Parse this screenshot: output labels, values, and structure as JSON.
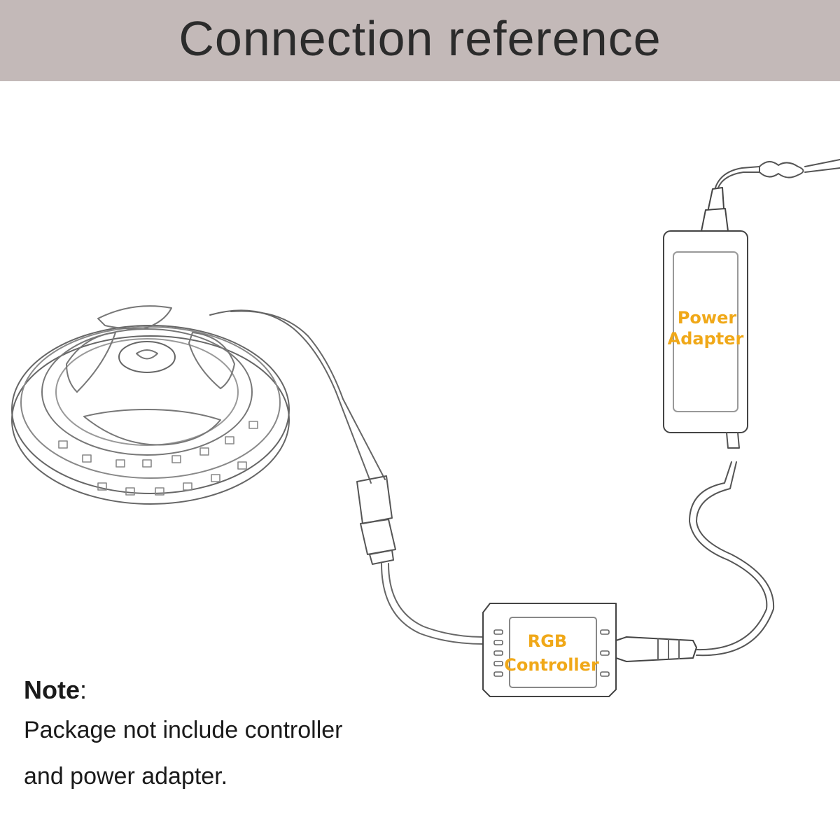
{
  "header": {
    "title": "Connection reference",
    "background_color": "#c3b9b8",
    "text_color": "#2b2b2b"
  },
  "diagram": {
    "label_color": "#f0a818",
    "power_adapter": {
      "line1": "Power",
      "line2": "Adapter"
    },
    "controller": {
      "line1": "RGB",
      "line2": "Controller"
    }
  },
  "note": {
    "heading": "Note",
    "heading_suffix": ":",
    "lines": [
      "Package not include controller",
      "and power adapter."
    ]
  }
}
